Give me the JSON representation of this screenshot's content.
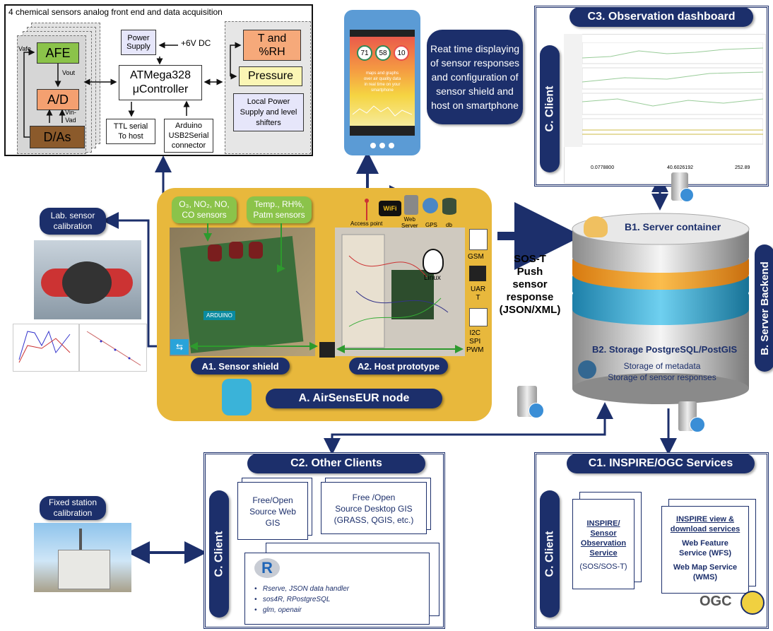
{
  "afe": {
    "title": "4 chemical sensors analog front end and data acquisition",
    "vafe": "Vafe",
    "afe": "AFE",
    "vout": "Vout",
    "ad": "A/D",
    "vin_vad": "Vin-\nVad",
    "das": "D/As",
    "power_supply": "Power\nSupply",
    "dc": "+6V DC",
    "mcu": "ATMega328\nμController",
    "t_rh": "T and\n%RH",
    "pressure": "Pressure",
    "local_power": "Local Power\nSupply and level\nshifters",
    "ttl": "TTL serial\nTo host",
    "arduino_usb": "Arduino\nUSB2Serial\nconnector"
  },
  "phone": {
    "description": "Reat time displaying\nof sensor responses\nand configuration of\nsensor shield and\nhost on smartphone",
    "gauges": [
      "71",
      "58",
      "10"
    ],
    "screen_text": "maps and graphs\nover air quality data\nin real time on your\nsmartphone"
  },
  "dashboard": {
    "title": "C3. Observation dashboard",
    "client": "C. Client",
    "values": [
      "0.0778800",
      "40.6026192",
      "252.89"
    ]
  },
  "lab": {
    "title": "Lab. sensor\ncalibration"
  },
  "node": {
    "sensors1": "O₃, NO₂, NO,\nCO sensors",
    "sensors2": "Temp., RH%,\nPatm sensors",
    "access_point": "Access point",
    "wifi": "WiFi",
    "web_server": "Web\nServer",
    "gps": "GPS",
    "db": "db",
    "gsm": "GSM",
    "uart": "UAR\nT",
    "bus": "I2C\nSPI\nPWM",
    "linux": "Linux",
    "a1": "A1. Sensor shield",
    "a2": "A2. Host prototype",
    "title": "A. AirSensEUR node",
    "arduino": "ARDUINO"
  },
  "push": {
    "label": "SOS-T\nPush\nsensor\nresponse\n(JSON/XML)"
  },
  "backend": {
    "b1": "B1. Server container",
    "b2": "B2. Storage PostgreSQL/PostGIS",
    "storage": "Storage of metadata\nStorage of sensor responses",
    "side": "B. Server Backend"
  },
  "other_clients": {
    "title": "C2. Other Clients",
    "client": "C. Client",
    "web_gis": "Free/Open\nSource Web\nGIS",
    "desktop_gis": "Free /Open\nSource Desktop GIS\n(GRASS, QGIS, etc.)",
    "r_items": [
      "Rserve, JSON data handler",
      "sos4R, RPostgreSQL",
      "glm, openair"
    ]
  },
  "fixed": {
    "title": "Fixed station\ncalibration"
  },
  "inspire": {
    "title": "C1. INSPIRE/OGC Services",
    "client": "C. Client",
    "sos_title": "INSPIRE/\nSensor\nObservation\nService",
    "sos_sub": "(SOS/SOS-T)",
    "view_title": "INSPIRE view &\ndownload services",
    "wfs": "Web Feature\nService (WFS)",
    "wms": "Web Map Service\n(WMS)",
    "ogc": "OGC"
  },
  "colors": {
    "navy": "#1c2f6b",
    "gold": "#e8b83c",
    "green": "#8bc34a",
    "orange": "#f4a460",
    "brown": "#8b5a2b"
  }
}
